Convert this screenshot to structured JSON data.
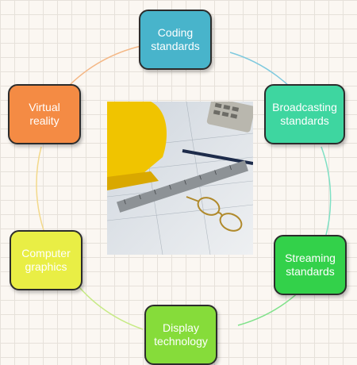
{
  "diagram": {
    "center_image": "blueprint-hardhat-ruler-calculator-photo",
    "nodes": [
      {
        "id": "coding",
        "label": "Coding\nstandards",
        "color": "#48b4cb",
        "border": "#2c2c2c"
      },
      {
        "id": "broadcasting",
        "label": "Broadcasting\nstandards",
        "color": "#3ed6a0",
        "border": "#2c2c2c"
      },
      {
        "id": "streaming",
        "label": "Streaming\nstandards",
        "color": "#33d14a",
        "border": "#2c2c2c"
      },
      {
        "id": "display",
        "label": "Display\ntechnology",
        "color": "#86dc3a",
        "border": "#2c2c2c"
      },
      {
        "id": "graphics",
        "label": "Computer\ngraphics",
        "color": "#e9ee45",
        "border": "#2c2c2c"
      },
      {
        "id": "vr",
        "label": "Virtual\nreality",
        "color": "#f48b44",
        "border": "#2c2c2c"
      }
    ],
    "ring_segment_colors": [
      "#7ec9de",
      "#7ee0c4",
      "#7fe28a",
      "#c6ea84",
      "#f3d98a",
      "#f4b785"
    ]
  }
}
